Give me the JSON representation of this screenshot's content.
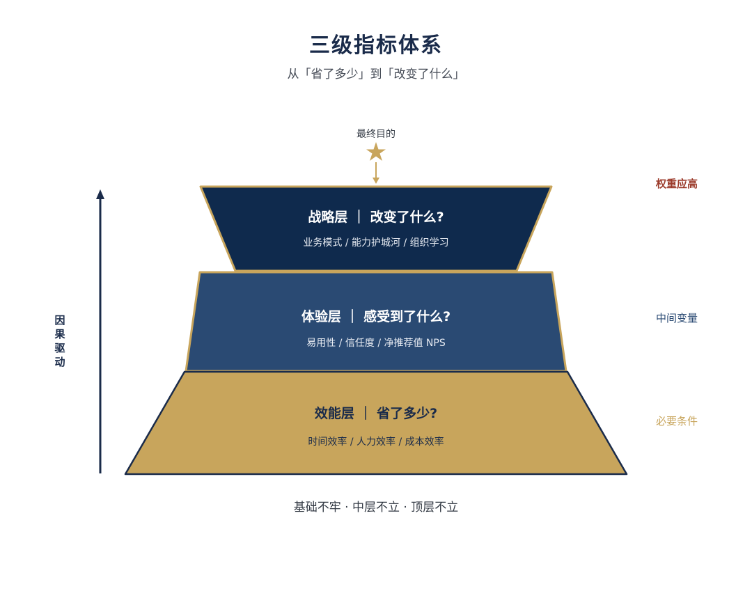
{
  "header": {
    "title": "三级指标体系",
    "subtitle": "从「省了多少」到「改变了什么」"
  },
  "goal": {
    "label": "最终目的",
    "icon": "star-icon"
  },
  "axis": {
    "label": "因果驱动"
  },
  "layers": [
    {
      "title": "战略层 ｜ 改变了什么?",
      "metrics": "业务模式 / 能力护城河 / 组织学习",
      "side_label": "权重应高",
      "fill": "#0f2a4d",
      "side_color": "#9b3a2a"
    },
    {
      "title": "体验层 ｜ 感受到了什么?",
      "metrics": "易用性 / 信任度 / 净推荐值 NPS",
      "side_label": "中间变量",
      "fill": "#2a4a73",
      "side_color": "#2a4a73"
    },
    {
      "title": "效能层 ｜ 省了多少?",
      "metrics": "时间效率 / 人力效率 / 成本效率",
      "side_label": "必要条件",
      "fill": "#c8a55c",
      "side_color": "#c8a55c"
    }
  ],
  "colors": {
    "border": "#c8a55c",
    "axis": "#1a2b4a",
    "star": "#c8a55c"
  },
  "footer": {
    "text": "基础不牢 · 中层不立 · 顶层不立"
  }
}
